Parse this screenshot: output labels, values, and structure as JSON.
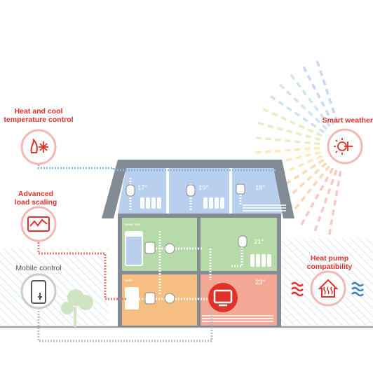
{
  "features": {
    "heat_cool": "Heat and cool\ntemperature control",
    "smart_weather": "Smart weather",
    "load_scaling": "Advanced\nload scaling",
    "mobile_control": "Mobile control",
    "heat_pump": "Heat pump\ncompatibility"
  },
  "rooms": {
    "attic_left": "17°",
    "attic_middle": "19°",
    "attic_right": "18°",
    "upper_right": "21°",
    "ground_right": "23°",
    "water_tank": "Water Tank",
    "boiler": "Boiler"
  },
  "colors": {
    "red": "#e0322b",
    "blue_room": "#a9c6ea",
    "green_room": "#a9d79b",
    "orange_room": "#f6b773",
    "red_room": "#f2a08a",
    "roof": "#838b94",
    "pipe_blue": "#8fb7e4",
    "pipe_red": "#e27b72"
  }
}
